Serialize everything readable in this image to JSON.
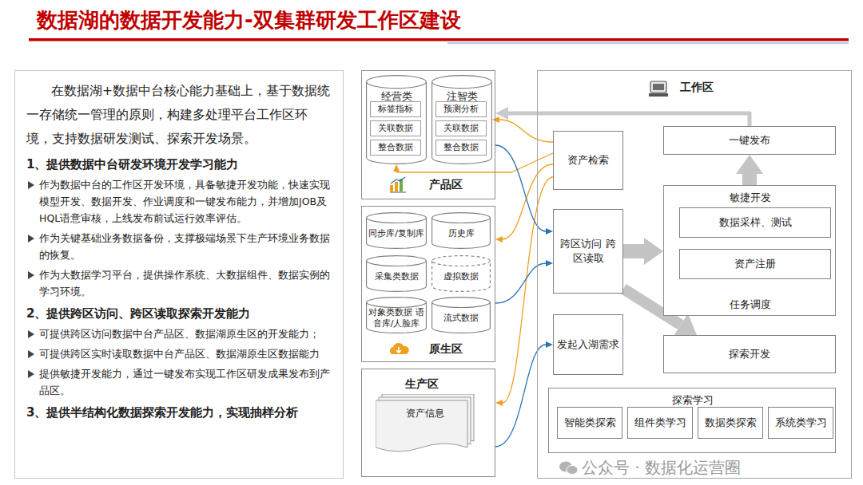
{
  "diagram": {
    "title": "数据湖的数据开发能力-双集群研发工作区建设",
    "nodes": [
      {
        "text": [
          "在数据湖+数据中台核心能力基础上，基于数据统一存储统一管理的原则，构建多处理平台工作区环境，支持数据研发测试、探索开发场景。",
          "1、提供数据中台研发环境开发学习能力",
          "作为数据中台的工作区开发环境，具备敏捷开发功能，快速实现模型开发、数据开发、作业调度和一键发布能力，并增加JOB及HQL语意审核，上线发布前试运行效率评估。",
          "作为关键基础业务数据备份，支撑极端场景下生产环境业务数据的恢复。",
          "作为大数据学习平台，提供操作系统、大数据组件、数据实例的学习环境。",
          "2、提供跨区访问、跨区读取探索开发能力",
          "可提供跨区访问数据中台产品区、数据湖原生区的开发能力；",
          "可提供跨区实时读取数据中台产品区、数据湖原生区数据能力",
          "提供敏捷开发能力，通过一键发布实现工作区研发成果发布到产品区。",
          "3、提供半结构化数据探索开发能力，实现抽样分析"
        ]
      },
      {
        "text": [
          "产品区"
        ]
      },
      {
        "text": [
          "经营类"
        ],
        "in": 1
      },
      {
        "text": [
          "标签指标"
        ],
        "in": 2
      },
      {
        "text": [
          "关联数据"
        ],
        "in": 2
      },
      {
        "text": [
          "整合数据"
        ],
        "in": 2
      },
      {
        "text": [
          "注智类"
        ],
        "in": 1
      },
      {
        "text": [
          "预测分析"
        ],
        "in": 6
      },
      {
        "text": [
          "关联数据"
        ],
        "in": 6
      },
      {
        "text": [
          "整合数据"
        ],
        "in": 6
      },
      {
        "text": [
          "原生区"
        ]
      },
      {
        "text": [
          "同步库/复制库"
        ],
        "in": 10
      },
      {
        "text": [
          "历史库"
        ],
        "in": 10
      },
      {
        "text": [
          "采集类数据"
        ],
        "in": 10
      },
      {
        "text": [
          "虚拟数据"
        ],
        "in": 10
      },
      {
        "text": [
          "对象类数据 语音库/人脸库"
        ],
        "in": 10
      },
      {
        "text": [
          "流式数据"
        ],
        "in": 10
      },
      {
        "text": [
          "生产区"
        ]
      },
      {
        "text": [
          "资产信息"
        ],
        "in": 17
      },
      {
        "text": [
          "工作区"
        ]
      },
      {
        "text": [
          "资产检索"
        ],
        "in": 19
      },
      {
        "text": [
          "跨区访问 跨区读取"
        ],
        "in": 19
      },
      {
        "text": [
          "发起入湖需求"
        ],
        "in": 19
      },
      {
        "text": [
          "一键发布"
        ],
        "in": 19
      },
      {
        "text": [
          "敏捷开发",
          "任务调度"
        ],
        "in": 19
      },
      {
        "text": [
          "数据采样、测试"
        ],
        "in": 24
      },
      {
        "text": [
          "资产注册"
        ],
        "in": 24
      },
      {
        "text": [
          "探索开发"
        ],
        "in": 19
      },
      {
        "text": [
          "探索学习"
        ],
        "in": 19
      },
      {
        "text": [
          "智能类探索"
        ],
        "in": 28
      },
      {
        "text": [
          "组件类学习"
        ],
        "in": 28
      },
      {
        "text": [
          "数据类探索"
        ],
        "in": 28
      },
      {
        "text": [
          "系统类学习"
        ],
        "in": 28
      }
    ],
    "edges": [
      {
        "from": 20,
        "to": 2,
        "arrow": "to"
      },
      {
        "from": 20,
        "to": 6,
        "arrow": "to"
      },
      {
        "from": 20,
        "to": 10,
        "arrow": "to"
      },
      {
        "from": 20,
        "to": 17,
        "arrow": "to"
      },
      {
        "from": 1,
        "to": 21,
        "arrow": "to"
      },
      {
        "from": 10,
        "to": 21,
        "arrow": "to"
      },
      {
        "from": 17,
        "to": 22,
        "arrow": "to"
      },
      {
        "from": 23,
        "to": 1,
        "arrow": "to"
      },
      {
        "from": 21,
        "to": 24,
        "arrow": "to"
      },
      {
        "from": 21,
        "to": 27,
        "arrow": "to"
      },
      {
        "from": 24,
        "to": 23,
        "arrow": "to"
      }
    ],
    "labels": [
      "公众号 · 数据化运营圈"
    ]
  }
}
